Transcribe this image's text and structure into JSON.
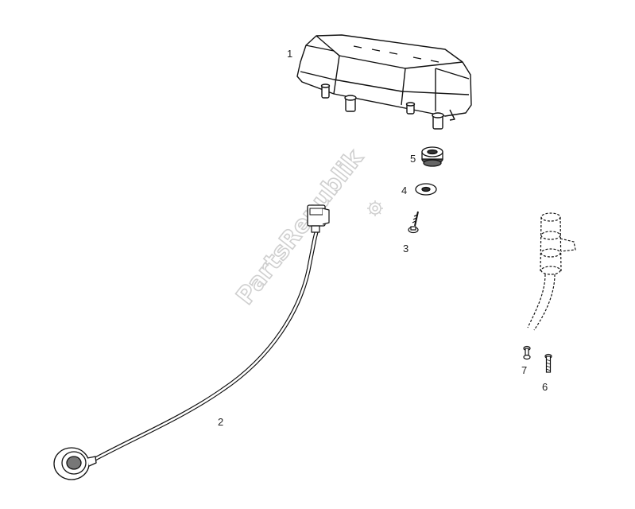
{
  "diagram": {
    "watermark": "PartsRepublik",
    "parts": [
      {
        "id": "1",
        "label": "1",
        "name": "instrument-panel"
      },
      {
        "id": "2",
        "label": "2",
        "name": "speedometer-cable"
      },
      {
        "id": "3",
        "label": "3",
        "name": "screw"
      },
      {
        "id": "4",
        "label": "4",
        "name": "washer"
      },
      {
        "id": "5",
        "label": "5",
        "name": "rubber-grommet"
      },
      {
        "id": "6",
        "label": "6",
        "name": "bolt"
      },
      {
        "id": "7",
        "label": "7",
        "name": "small-screw"
      }
    ]
  }
}
